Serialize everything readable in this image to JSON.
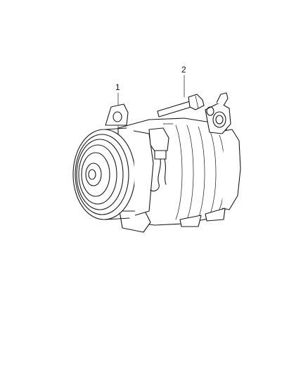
{
  "callouts": [
    {
      "label": "1",
      "part": "compressor"
    },
    {
      "label": "2",
      "part": "bolt"
    }
  ],
  "colors": {
    "line": "#1a1a1a",
    "background": "#ffffff"
  }
}
